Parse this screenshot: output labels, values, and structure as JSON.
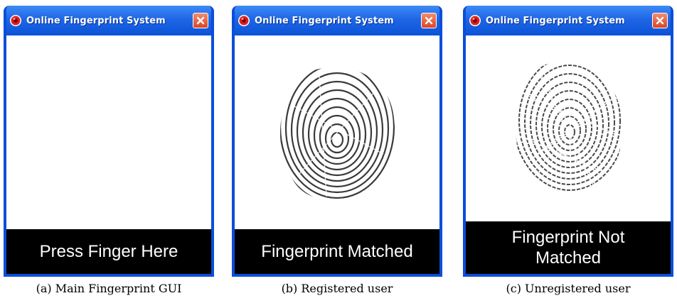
{
  "windows": [
    {
      "title": "Online Fingerprint System",
      "status_text": "Press Finger Here",
      "show_fingerprint": false,
      "caption": "(a) Main Fingerprint GUI"
    },
    {
      "title": "Online Fingerprint System",
      "status_text": "Fingerprint Matched",
      "show_fingerprint": true,
      "caption": "(b) Registered user"
    },
    {
      "title": "Online Fingerprint System",
      "status_text": "Fingerprint Not Matched",
      "show_fingerprint": true,
      "caption": "(c) Unregistered user"
    }
  ],
  "icons": {
    "app_icon": "record-icon",
    "close_icon": "close-icon"
  },
  "colors": {
    "titlebar": "#1f66e6",
    "window_border": "#0a4fd8",
    "status_bar_bg": "#000000",
    "status_bar_text": "#ffffff",
    "close_button": "#d9452a"
  }
}
